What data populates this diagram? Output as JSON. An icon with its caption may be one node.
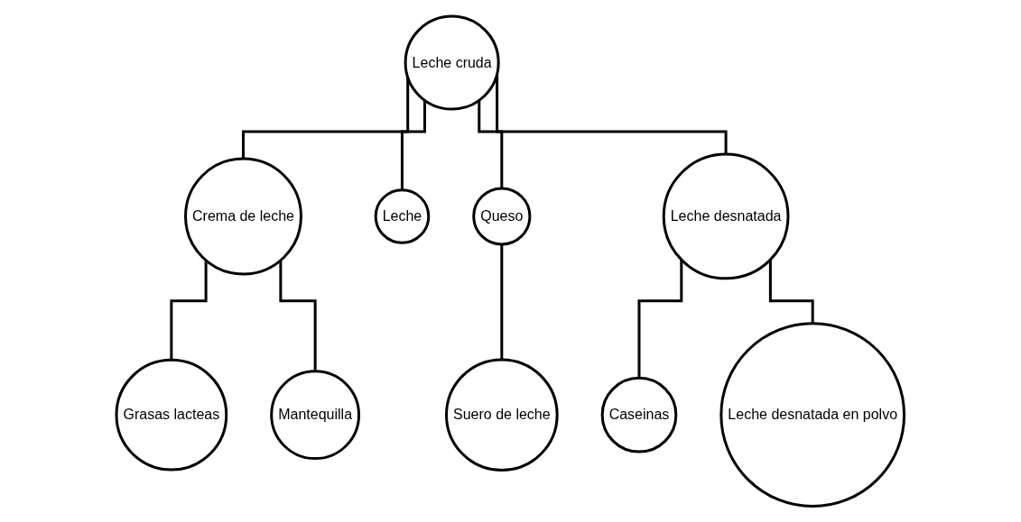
{
  "diagram": {
    "nodes": [
      {
        "text": [
          "Leche cruda"
        ]
      },
      {
        "text": [
          "Crema de leche"
        ]
      },
      {
        "text": [
          "Leche"
        ]
      },
      {
        "text": [
          "Queso"
        ]
      },
      {
        "text": [
          "Leche desnatada"
        ]
      },
      {
        "text": [
          "Grasas lacteas"
        ]
      },
      {
        "text": [
          "Mantequilla"
        ]
      },
      {
        "text": [
          "Suero de leche"
        ]
      },
      {
        "text": [
          "Caseinas"
        ]
      },
      {
        "text": [
          "Leche desnatada en polvo"
        ]
      }
    ],
    "edges": [
      {
        "from": 0,
        "to": 1,
        "arrow": "none"
      },
      {
        "from": 0,
        "to": 2,
        "arrow": "none"
      },
      {
        "from": 0,
        "to": 3,
        "arrow": "none"
      },
      {
        "from": 0,
        "to": 4,
        "arrow": "none"
      },
      {
        "from": 1,
        "to": 5,
        "arrow": "none"
      },
      {
        "from": 1,
        "to": 6,
        "arrow": "none"
      },
      {
        "from": 3,
        "to": 7,
        "arrow": "none"
      },
      {
        "from": 4,
        "to": 8,
        "arrow": "none"
      },
      {
        "from": 4,
        "to": 9,
        "arrow": "none"
      }
    ]
  }
}
